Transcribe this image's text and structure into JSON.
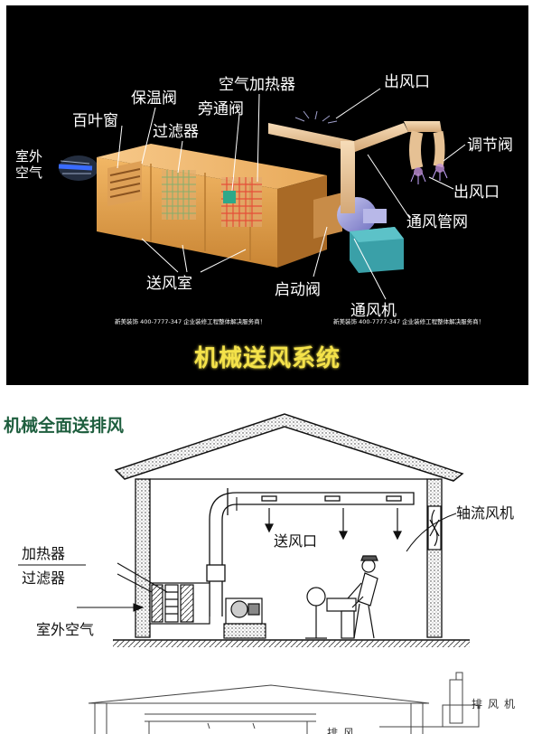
{
  "panel1": {
    "labels": {
      "outdoor_air": "室外\n空气",
      "louver": "百叶窗",
      "insulation_valve": "保温阀",
      "filter": "过滤器",
      "air_heater": "空气加热器",
      "bypass_valve": "旁通阀",
      "outlet_top": "出风口",
      "regulating_valve": "调节阀",
      "outlet_right": "出风口",
      "duct_network": "通风管网",
      "supply_chamber": "送风室",
      "start_valve": "启动阀",
      "fan": "通风机"
    },
    "ad_left": "新美装饰 400-7777-347 企业装修工程整体解决服务商！",
    "ad_right": "新美装饰 400-7777-347 企业装修工程整体解决服务商！",
    "caption": "机械送风系统"
  },
  "panel2": {
    "heading": "机械全面送排风",
    "labels": {
      "axial_fan": "轴流风机",
      "supply_outlet": "送风口",
      "heater": "加热器",
      "filter": "过滤器",
      "outdoor_air": "室外空气"
    }
  },
  "panel3": {
    "labels": {
      "exhaust_fan": "排风机",
      "exhaust": "排风"
    }
  }
}
